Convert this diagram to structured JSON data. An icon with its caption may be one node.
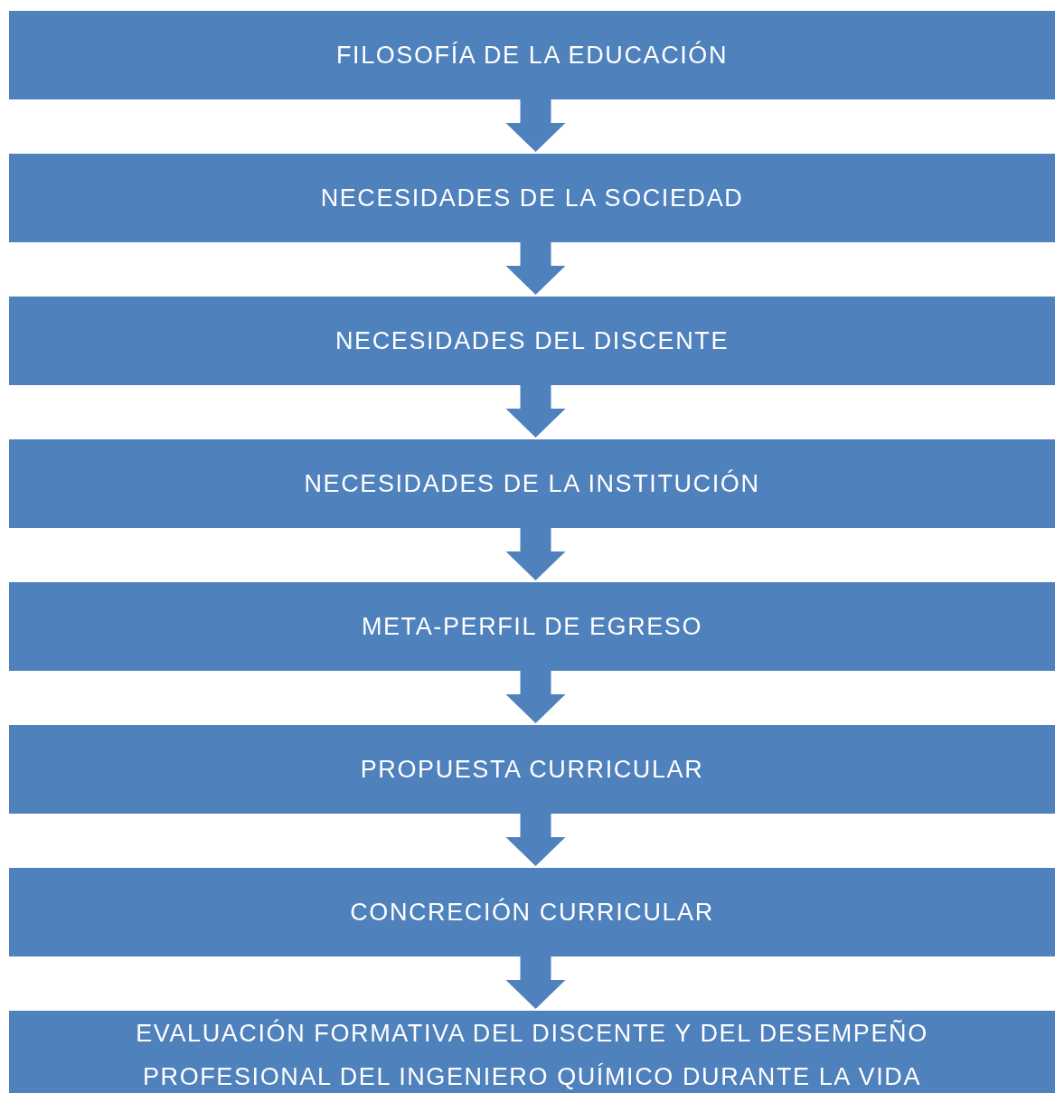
{
  "diagram": {
    "nodes": [
      {
        "text": [
          "FILOSOFÍA DE LA EDUCACIÓN"
        ]
      },
      {
        "text": [
          "NECESIDADES DE LA SOCIEDAD"
        ]
      },
      {
        "text": [
          "NECESIDADES DEL DISCENTE"
        ]
      },
      {
        "text": [
          "NECESIDADES DE LA INSTITUCIÓN"
        ]
      },
      {
        "text": [
          "META-PERFIL DE EGRESO"
        ]
      },
      {
        "text": [
          "PROPUESTA CURRICULAR"
        ]
      },
      {
        "text": [
          "CONCRECIÓN CURRICULAR"
        ]
      },
      {
        "text": [
          "EVALUACIÓN FORMATIVA DEL DISCENTE Y DEL DESEMPEÑO PROFESIONAL DEL INGENIERO QUÍMICO DURANTE LA VIDA"
        ]
      }
    ],
    "edges": [
      {
        "from": 0,
        "to": 1,
        "arrow": "to"
      },
      {
        "from": 1,
        "to": 2,
        "arrow": "to"
      },
      {
        "from": 2,
        "to": 3,
        "arrow": "to"
      },
      {
        "from": 3,
        "to": 4,
        "arrow": "to"
      },
      {
        "from": 4,
        "to": 5,
        "arrow": "to"
      },
      {
        "from": 5,
        "to": 6,
        "arrow": "to"
      },
      {
        "from": 6,
        "to": 7,
        "arrow": "to"
      }
    ]
  }
}
